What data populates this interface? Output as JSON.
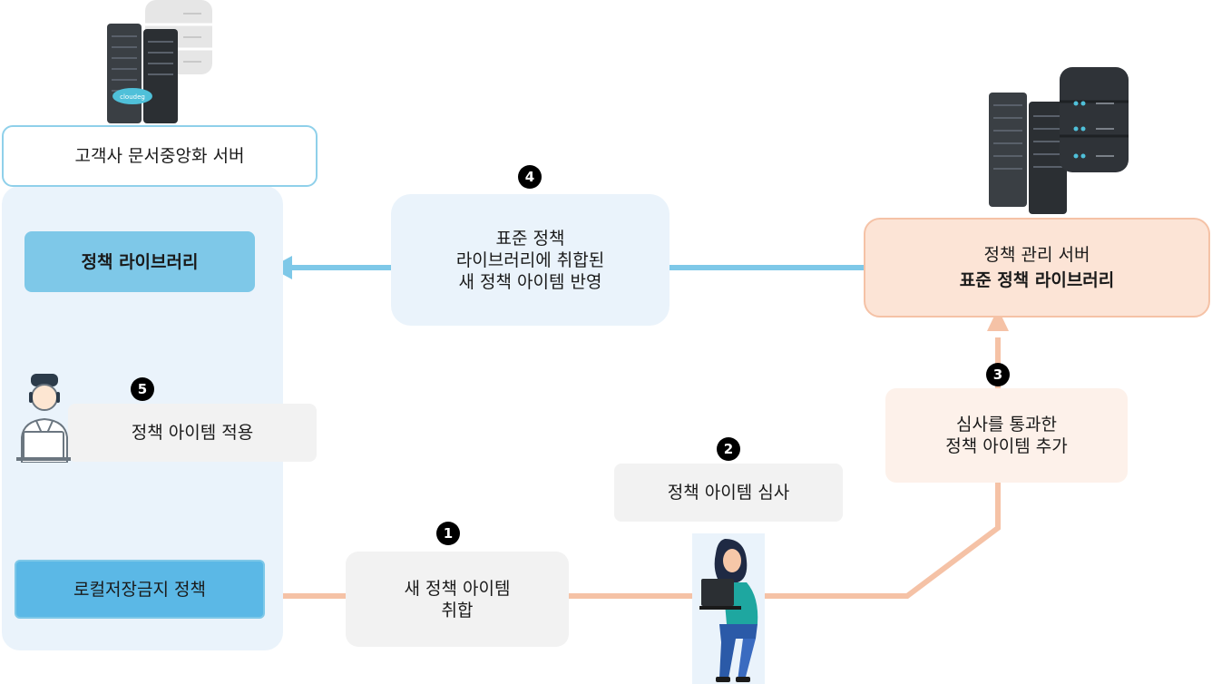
{
  "customer_server": {
    "label": "고객사 문서중앙화 서버"
  },
  "policy_library": {
    "label": "정책 라이브러리"
  },
  "local_policy": {
    "label": "로컬저장금지 정책"
  },
  "policy_server": {
    "line1": "정책 관리 서버",
    "line2": "표준 정책 라이브러리"
  },
  "steps": [
    {
      "num": "1",
      "label": "새 정책 아이템\n취합"
    },
    {
      "num": "2",
      "label": "정책 아이템 심사"
    },
    {
      "num": "3",
      "label": "심사를 통과한\n정책 아이템 추가"
    },
    {
      "num": "4",
      "label": "표준 정책\n라이브러리에 취합된\n새 정책 아이템 반영"
    },
    {
      "num": "5",
      "label": "정책 아이템 적용"
    }
  ],
  "server_logo_text": "cloudeg",
  "colors": {
    "blue_accent": "#7ec8e8",
    "blue_panel": "#eaf3fb",
    "orange_accent": "#f5c2a6",
    "orange_panel": "#fce4d6",
    "gray_box": "#f2f2f2"
  },
  "icons": [
    "server-rack-icon",
    "database-icon",
    "person-laptop-icon"
  ]
}
